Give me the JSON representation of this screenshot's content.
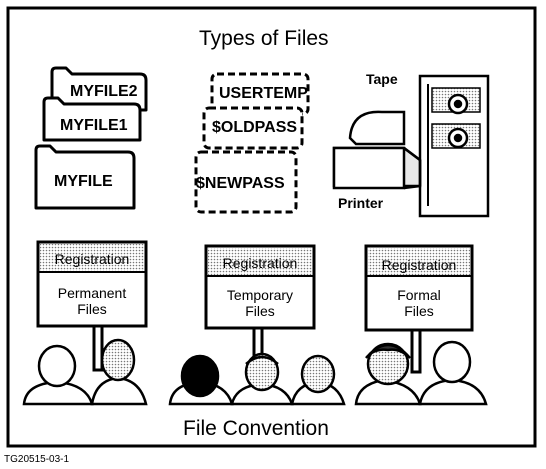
{
  "title": "Types of Files",
  "folders": {
    "permanent": [
      "MYFILE2",
      "MYFILE1",
      "MYFILE"
    ],
    "temporary": [
      "USERTEMP",
      "$OLDPASS",
      "$NEWPASS"
    ]
  },
  "devices": {
    "tape_label": "Tape",
    "printer_label": "Printer"
  },
  "signs": [
    {
      "header": "Registration",
      "line1": "Permanent",
      "line2": "Files"
    },
    {
      "header": "Registration",
      "line1": "Temporary",
      "line2": "Files"
    },
    {
      "header": "Registration",
      "line1": "Formal",
      "line2": "Files"
    }
  ],
  "caption": "File Convention",
  "figure_id": "TG20515-03-1"
}
